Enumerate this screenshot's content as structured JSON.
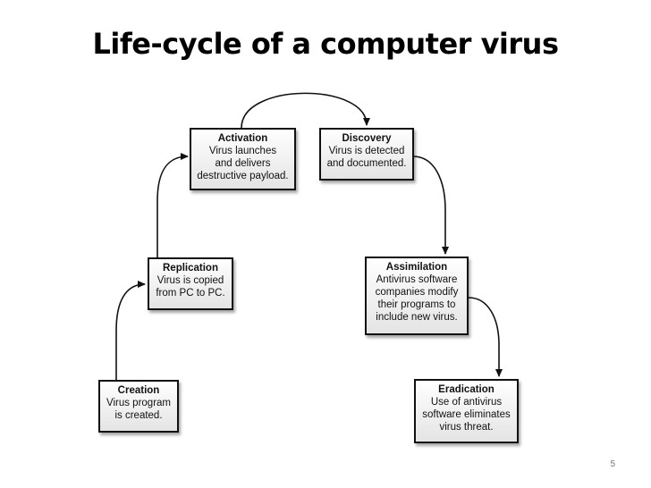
{
  "slide": {
    "title": "Life-cycle of a computer virus",
    "page_number": "5"
  },
  "stages": [
    {
      "id": "creation",
      "title": "Creation",
      "description": "Virus program\nis created."
    },
    {
      "id": "replication",
      "title": "Replication",
      "description": "Virus is copied\nfrom PC to PC."
    },
    {
      "id": "activation",
      "title": "Activation",
      "description": "Virus launches\nand delivers\ndestructive payload."
    },
    {
      "id": "discovery",
      "title": "Discovery",
      "description": "Virus is detected\nand documented."
    },
    {
      "id": "assimilation",
      "title": "Assimilation",
      "description": "Antivirus software\ncompanies modify\ntheir programs to\ninclude new virus."
    },
    {
      "id": "eradication",
      "title": "Eradication",
      "description": "Use of antivirus\nsoftware eliminates\nvirus threat."
    }
  ],
  "flow": [
    [
      "creation",
      "replication"
    ],
    [
      "replication",
      "activation"
    ],
    [
      "activation",
      "discovery"
    ],
    [
      "discovery",
      "assimilation"
    ],
    [
      "assimilation",
      "eradication"
    ]
  ]
}
